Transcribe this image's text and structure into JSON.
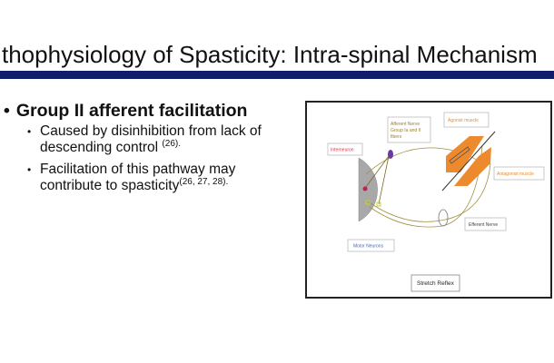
{
  "slide": {
    "title": "thophysiology of Spasticity: Intra-spinal Mechanism",
    "accent_color": "#111c6b",
    "bullet": "Group II afferent facilitation",
    "sub_bullets": [
      {
        "text": "Caused by disinhibition from lack of descending control ",
        "ref": "(26)."
      },
      {
        "text": "Facilitation of this pathway may contribute to spasticity",
        "ref": "(26, 27, 28)."
      }
    ]
  },
  "figure": {
    "labels": {
      "afferent_1": "Afferent Nerve",
      "afferent_2": "Group Ia and II",
      "afferent_3": "fibers",
      "agonist": "Agonist muscle",
      "interneuron": "Interneuron",
      "antagonist": "Antagonist muscle",
      "efferent": "Efferent Nerve",
      "motor": "Motor Neurons",
      "caption": "Stretch Reflex"
    },
    "colors": {
      "muscle": "#ee8a2e",
      "interneuron_text": "#e0304a",
      "motor_text": "#4466bb",
      "muscle_text": "#ee8a2e",
      "nerve": "#a09040"
    }
  }
}
